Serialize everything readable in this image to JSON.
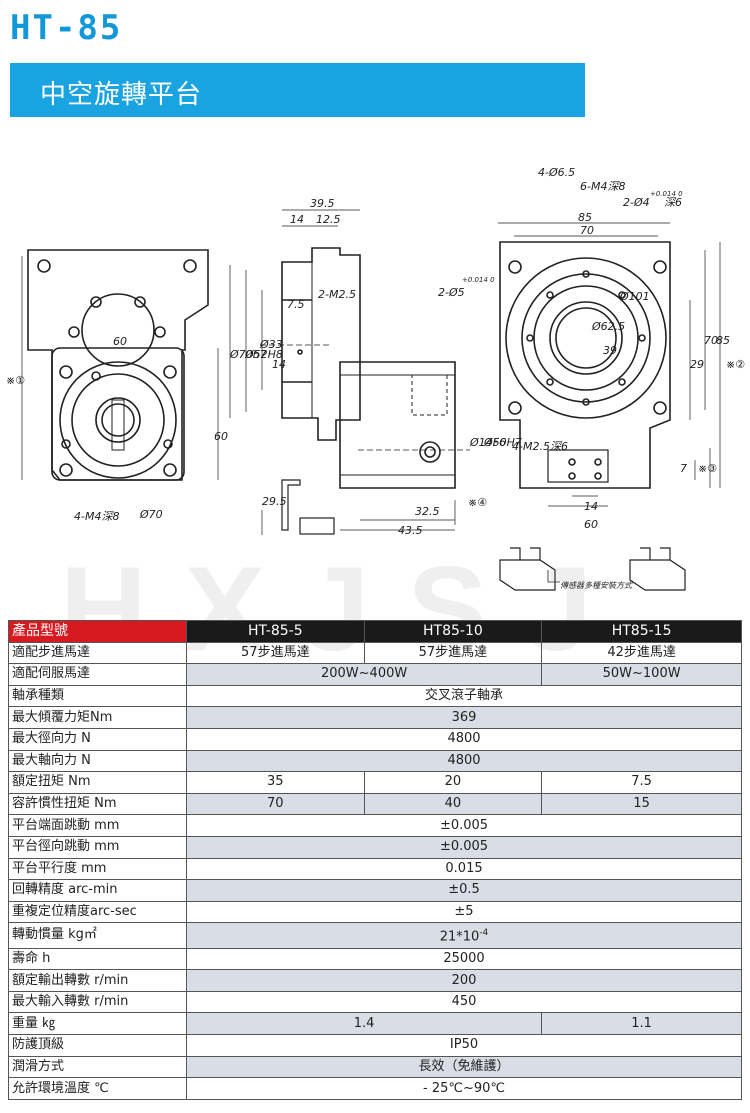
{
  "header": {
    "model": "HT-85",
    "subtitle": "中空旋轉平台"
  },
  "drawing": {
    "dims": {
      "d395": "39.5",
      "d14": "14",
      "d125": "12.5",
      "d2m25": "2-M2.5",
      "d75": "7.5",
      "d70h7": "Ø70h7",
      "d52h8": "Ø52H8",
      "d33": "Ø33",
      "d14v": "14",
      "d60": "60",
      "d60v": "60",
      "d70": "Ø70",
      "d4m4": "4-M4深8",
      "x1": "※①",
      "d295": "29.5",
      "d325": "32.5",
      "d435": "43.5",
      "x4": "※④",
      "d14f6": "Ø14F6",
      "d50h7": "Ø50H7",
      "d465": "4-Ø6.5",
      "d6m4": "6-M4深8",
      "d2phi4": "2-Ø4",
      "d2phi4tol": "+0.014 0",
      "d2phi4depth": "深6",
      "d2phi5": "2-Ø5",
      "d2phi5tol": "+0.014 0",
      "d85": "85",
      "d70b": "70",
      "d625": "Ø62.5",
      "d101": "Ø101",
      "d39": "39",
      "d29": "29",
      "d70v": "70",
      "d85v": "85",
      "x2": "※②",
      "d4m25": "4-M2.5深6",
      "d7": "7",
      "x3": "※③",
      "d14b": "14",
      "d60b": "60",
      "sensor_note": "傳感器多種安裝方式"
    }
  },
  "watermark": "HXJSJ",
  "table": {
    "corner": "產品型號",
    "models": [
      "HT-85-5",
      "HT85-10",
      "HT85-15"
    ],
    "rows": [
      {
        "label": "適配步進馬達",
        "vals": [
          "57步進馬達",
          "57步進馬達",
          "42步進馬達"
        ]
      },
      {
        "label": "適配伺服馬達",
        "vals": [
          "200W~400W",
          "50W~100W"
        ]
      },
      {
        "label": "軸承種類",
        "vals": [
          "交叉滾子軸承"
        ]
      },
      {
        "label": "最大傾覆力矩Nm",
        "vals": [
          "369"
        ]
      },
      {
        "label": "最大徑向力 N",
        "vals": [
          "4800"
        ]
      },
      {
        "label": "最大軸向力 N",
        "vals": [
          "4800"
        ]
      },
      {
        "label": "額定扭矩 Nm",
        "vals": [
          "35",
          "20",
          "7.5"
        ]
      },
      {
        "label": "容許慣性扭矩 Nm",
        "vals": [
          "70",
          "40",
          "15"
        ]
      },
      {
        "label": "平台端面跳動 mm",
        "vals": [
          "±0.005"
        ]
      },
      {
        "label": "平台徑向跳動 mm",
        "vals": [
          "±0.005"
        ]
      },
      {
        "label": "平台平行度 mm",
        "vals": [
          "0.015"
        ]
      },
      {
        "label": "回轉精度 arc-min",
        "vals": [
          "±0.5"
        ]
      },
      {
        "label": "重複定位精度arc-sec",
        "vals": [
          "±5"
        ]
      },
      {
        "label": "轉動慣量 kg㎡",
        "vals": [
          "21*10",
          "-4"
        ]
      },
      {
        "label": "壽命 h",
        "vals": [
          "25000"
        ]
      },
      {
        "label": "額定輸出轉數 r/min",
        "vals": [
          "200"
        ]
      },
      {
        "label": "最大輸入轉數 r/min",
        "vals": [
          "450"
        ]
      },
      {
        "label": "重量 ㎏",
        "vals": [
          "1.4",
          "1.1"
        ]
      },
      {
        "label": "防護頂級",
        "vals": [
          "IP50"
        ]
      },
      {
        "label": "潤滑方式",
        "vals": [
          "長效（免維護）"
        ]
      },
      {
        "label": "允許環境溫度 ℃",
        "vals": [
          "- 25℃~90℃"
        ]
      }
    ]
  },
  "colors": {
    "title_blue": "#1297d9",
    "banner_blue": "#19a3e0",
    "corner_red": "#d71920",
    "header_black": "#1a1a1a",
    "shade": "#d9dde6"
  }
}
